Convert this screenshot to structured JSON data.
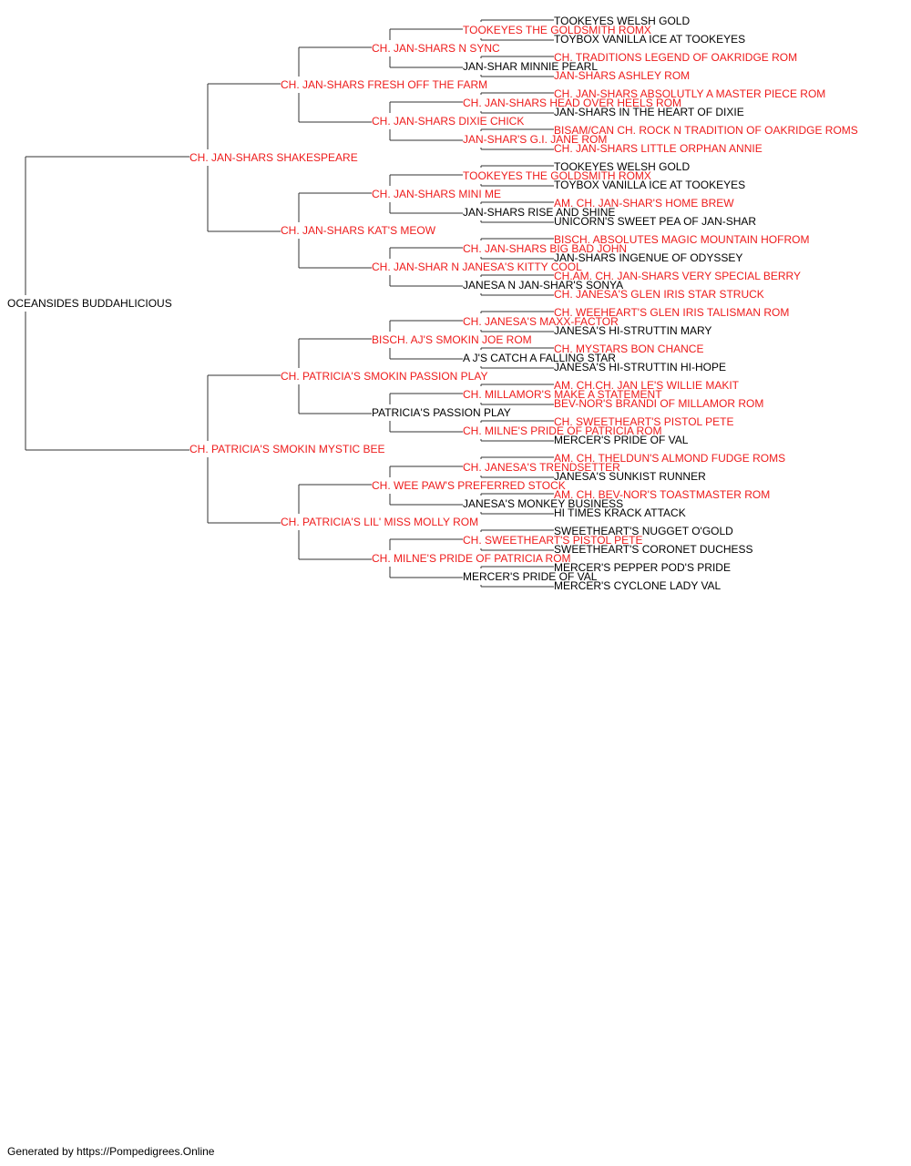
{
  "colors": {
    "champion": "#ee1c1c",
    "regular": "#000000",
    "line": "#333333"
  },
  "pedigree": {
    "name": "OCEANSIDES BUDDAHLICIOUS",
    "champion": false,
    "sire": {
      "name": "CH. JAN-SHARS SHAKESPEARE",
      "champion": true,
      "sire": {
        "name": "CH. JAN-SHARS FRESH OFF THE FARM",
        "champion": true,
        "sire": {
          "name": "CH. JAN-SHARS N SYNC",
          "champion": true,
          "sire": {
            "name": "TOOKEYES THE GOLDSMITH ROMX",
            "champion": true,
            "sire": {
              "name": "TOOKEYES WELSH GOLD",
              "champion": false
            },
            "dam": {
              "name": "TOYBOX VANILLA ICE AT TOOKEYES",
              "champion": false
            }
          },
          "dam": {
            "name": "JAN-SHAR MINNIE PEARL",
            "champion": false,
            "sire": {
              "name": "CH. TRADITIONS LEGEND OF OAKRIDGE ROM",
              "champion": true
            },
            "dam": {
              "name": "JAN-SHARS ASHLEY ROM",
              "champion": true
            }
          }
        },
        "dam": {
          "name": "CH. JAN-SHARS DIXIE CHICK",
          "champion": true,
          "sire": {
            "name": "CH. JAN-SHARS HEAD OVER HEELS ROM",
            "champion": true,
            "sire": {
              "name": "CH. JAN-SHARS ABSOLUTLY A MASTER PIECE ROM",
              "champion": true
            },
            "dam": {
              "name": "JAN-SHARS IN THE HEART OF DIXIE",
              "champion": false
            }
          },
          "dam": {
            "name": "JAN-SHAR'S G.I. JANE ROM",
            "champion": true,
            "sire": {
              "name": "BISAM/CAN CH. ROCK N TRADITION OF OAKRIDGE ROMS",
              "champion": true
            },
            "dam": {
              "name": "CH. JAN-SHARS LITTLE ORPHAN ANNIE",
              "champion": true
            }
          }
        }
      },
      "dam": {
        "name": "CH. JAN-SHARS KAT'S MEOW",
        "champion": true,
        "sire": {
          "name": "CH. JAN-SHARS MINI ME",
          "champion": true,
          "sire": {
            "name": "TOOKEYES THE GOLDSMITH ROMX",
            "champion": true,
            "sire": {
              "name": "TOOKEYES WELSH GOLD",
              "champion": false
            },
            "dam": {
              "name": "TOYBOX VANILLA ICE AT TOOKEYES",
              "champion": false
            }
          },
          "dam": {
            "name": "JAN-SHARS RISE AND SHINE",
            "champion": false,
            "sire": {
              "name": "AM. CH. JAN-SHAR'S HOME BREW",
              "champion": true
            },
            "dam": {
              "name": "UNICORN'S SWEET PEA OF JAN-SHAR",
              "champion": false
            }
          }
        },
        "dam": {
          "name": "CH. JAN-SHAR N JANESA'S KITTY COOL",
          "champion": true,
          "sire": {
            "name": "CH. JAN-SHARS BIG BAD JOHN",
            "champion": true,
            "sire": {
              "name": "BISCH. ABSOLUTES MAGIC MOUNTAIN HOFROM",
              "champion": true
            },
            "dam": {
              "name": "JAN-SHARS INGENUE OF ODYSSEY",
              "champion": false
            }
          },
          "dam": {
            "name": "JANESA N JAN-SHAR'S SONYA",
            "champion": false,
            "sire": {
              "name": "CH.AM. CH. JAN-SHARS VERY SPECIAL BERRY",
              "champion": true
            },
            "dam": {
              "name": "CH. JANESA'S GLEN IRIS STAR STRUCK",
              "champion": true
            }
          }
        }
      }
    },
    "dam": {
      "name": "CH. PATRICIA'S SMOKIN MYSTIC BEE",
      "champion": true,
      "sire": {
        "name": "CH. PATRICIA'S SMOKIN PASSION PLAY",
        "champion": true,
        "sire": {
          "name": "BISCH. AJ'S SMOKIN JOE ROM",
          "champion": true,
          "sire": {
            "name": "CH. JANESA'S MAXX-FACTOR",
            "champion": true,
            "sire": {
              "name": "CH. WEEHEART'S GLEN IRIS TALISMAN ROM",
              "champion": true
            },
            "dam": {
              "name": "JANESA'S HI-STRUTTIN MARY",
              "champion": false
            }
          },
          "dam": {
            "name": "A J'S CATCH A FALLING STAR",
            "champion": false,
            "sire": {
              "name": "CH. MYSTARS BON CHANCE",
              "champion": true
            },
            "dam": {
              "name": "JANESA'S HI-STRUTTIN HI-HOPE",
              "champion": false
            }
          }
        },
        "dam": {
          "name": "PATRICIA'S PASSION PLAY",
          "champion": false,
          "sire": {
            "name": "CH. MILLAMOR'S MAKE A STATEMENT",
            "champion": true,
            "sire": {
              "name": "AM. CH.CH. JAN LE'S WILLIE MAKIT",
              "champion": true
            },
            "dam": {
              "name": "BEV-NOR'S BRANDI OF MILLAMOR ROM",
              "champion": true
            }
          },
          "dam": {
            "name": "CH. MILNE'S PRIDE OF PATRICIA ROM",
            "champion": true,
            "sire": {
              "name": "CH. SWEETHEART'S PISTOL PETE",
              "champion": true
            },
            "dam": {
              "name": "MERCER'S PRIDE OF VAL",
              "champion": false
            }
          }
        }
      },
      "dam": {
        "name": "CH. PATRICIA'S LIL' MISS MOLLY ROM",
        "champion": true,
        "sire": {
          "name": "CH. WEE PAW'S PREFERRED STOCK",
          "champion": true,
          "sire": {
            "name": "CH. JANESA'S TRENDSETTER",
            "champion": true,
            "sire": {
              "name": "AM. CH. THELDUN'S ALMOND FUDGE ROMS",
              "champion": true
            },
            "dam": {
              "name": "JANESA'S SUNKIST RUNNER",
              "champion": false
            }
          },
          "dam": {
            "name": "JANESA'S MONKEY BUSINESS",
            "champion": false,
            "sire": {
              "name": "AM. CH. BEV-NOR'S TOASTMASTER ROM",
              "champion": true
            },
            "dam": {
              "name": "HI TIMES KRACK ATTACK",
              "champion": false
            }
          }
        },
        "dam": {
          "name": "CH. MILNE'S PRIDE OF PATRICIA ROM",
          "champion": true,
          "sire": {
            "name": "CH. SWEETHEART'S PISTOL PETE",
            "champion": true,
            "sire": {
              "name": "SWEETHEART'S NUGGET O'GOLD",
              "champion": false
            },
            "dam": {
              "name": "SWEETHEART'S CORONET DUCHESS",
              "champion": false
            }
          },
          "dam": {
            "name": "MERCER'S PRIDE OF VAL",
            "champion": false,
            "sire": {
              "name": "MERCER'S PEPPER POD'S PRIDE",
              "champion": false
            },
            "dam": {
              "name": "MERCER'S CYCLONE LADY VAL",
              "champion": false
            }
          }
        }
      }
    }
  },
  "footer": {
    "text": "Generated by https://Pompedigrees.Online"
  }
}
